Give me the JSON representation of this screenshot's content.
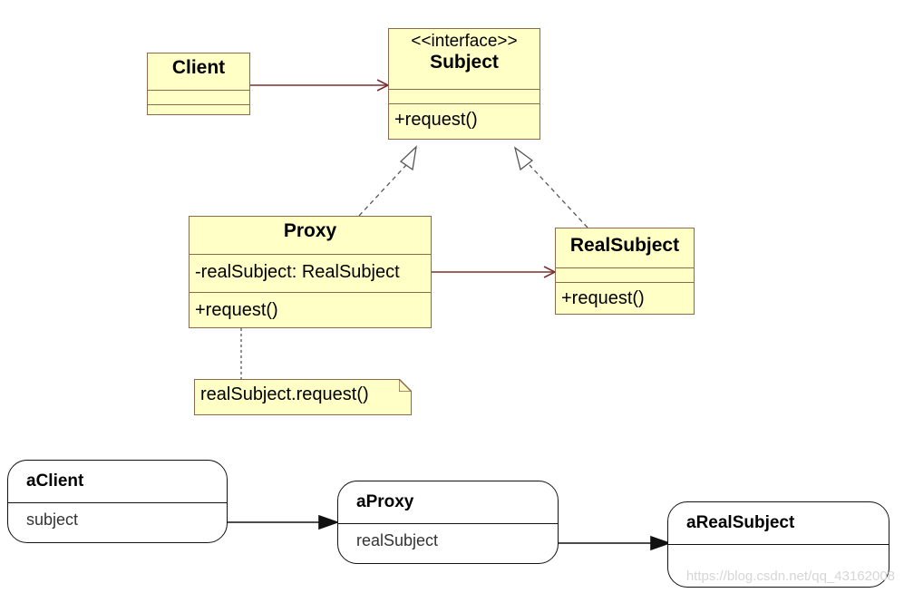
{
  "class_diagram": {
    "client": {
      "name": "Client"
    },
    "subject": {
      "stereotype": "<<interface>>",
      "name": "Subject",
      "operations": [
        "+request()"
      ]
    },
    "proxy": {
      "name": "Proxy",
      "attributes": [
        "-realSubject: RealSubject"
      ],
      "operations": [
        "+request()"
      ]
    },
    "real_subject": {
      "name": "RealSubject",
      "operations": [
        "+request()"
      ]
    },
    "note": {
      "text": "realSubject.request()"
    }
  },
  "object_diagram": {
    "a_client": {
      "name": "aClient",
      "field": "subject"
    },
    "a_proxy": {
      "name": "aProxy",
      "field": "realSubject"
    },
    "a_real_subject": {
      "name": "aRealSubject"
    }
  },
  "watermark": "https://blog.csdn.net/qq_43162008",
  "colors": {
    "class_fill": "#ffffc6",
    "class_border": "#8a6a4a",
    "association": "#7a3030"
  }
}
